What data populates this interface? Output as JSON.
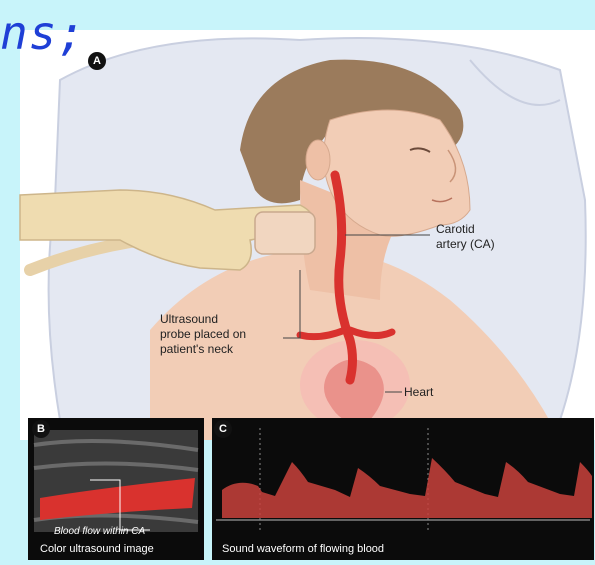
{
  "header": {
    "title_fragment": "ns;"
  },
  "panels": {
    "a": {
      "badge": "A"
    },
    "b": {
      "badge": "B",
      "inner_label": "Blood flow within CA",
      "caption": "Color ultrasound image"
    },
    "c": {
      "badge": "C",
      "caption": "Sound waveform of flowing blood"
    }
  },
  "labels": {
    "carotid": "Carotid\nartery (CA)",
    "probe": "Ultrasound\nprobe placed on\npatient's neck",
    "heart": "Heart"
  },
  "colors": {
    "background": "#c8f4fa",
    "title": "#1f3fd6",
    "artery": "#d9322e",
    "skin": "#f2cdb6",
    "glove": "#efdcb0",
    "pillow": "#e4e8f2",
    "panel": "#0b0b0b"
  }
}
